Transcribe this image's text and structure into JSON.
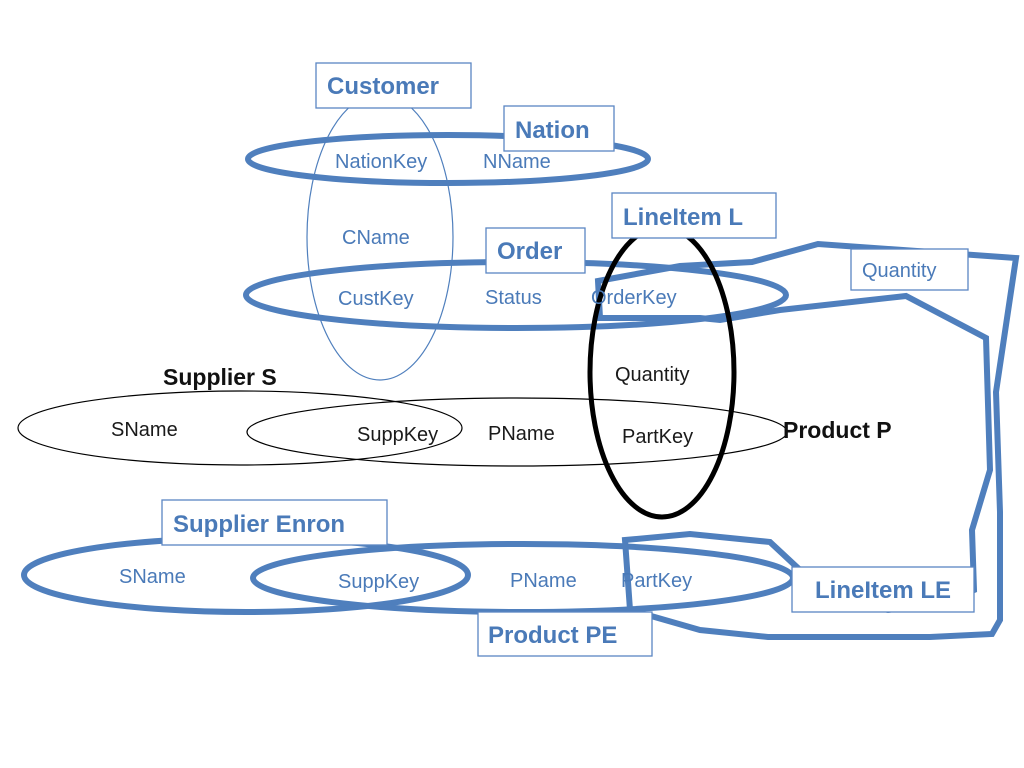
{
  "entities": {
    "customer": "Customer",
    "nation": "Nation",
    "lineitem_l": "LineItem L",
    "order": "Order",
    "supplier_s": "Supplier S",
    "product_p": "Product P",
    "supplier_enron": "Supplier Enron",
    "lineitem_le": "LineItem LE",
    "product_pe": "Product PE"
  },
  "attributes": {
    "nation_key": "NationKey",
    "nname": "NName",
    "cname": "CName",
    "quantity_le": "Quantity",
    "cust_key": "CustKey",
    "status": "Status",
    "order_key": "OrderKey",
    "quantity_l": "Quantity",
    "s_sname": "SName",
    "s_suppkey": "SuppKey",
    "p_pname": "PName",
    "p_partkey": "PartKey",
    "e_sname": "SName",
    "e_suppkey": "SuppKey",
    "pe_pname": "PName",
    "pe_partkey": "PartKey"
  },
  "colors": {
    "blue_stroke": "#4f7fbd",
    "blue_text": "#4a7ab8",
    "black": "#000000"
  }
}
